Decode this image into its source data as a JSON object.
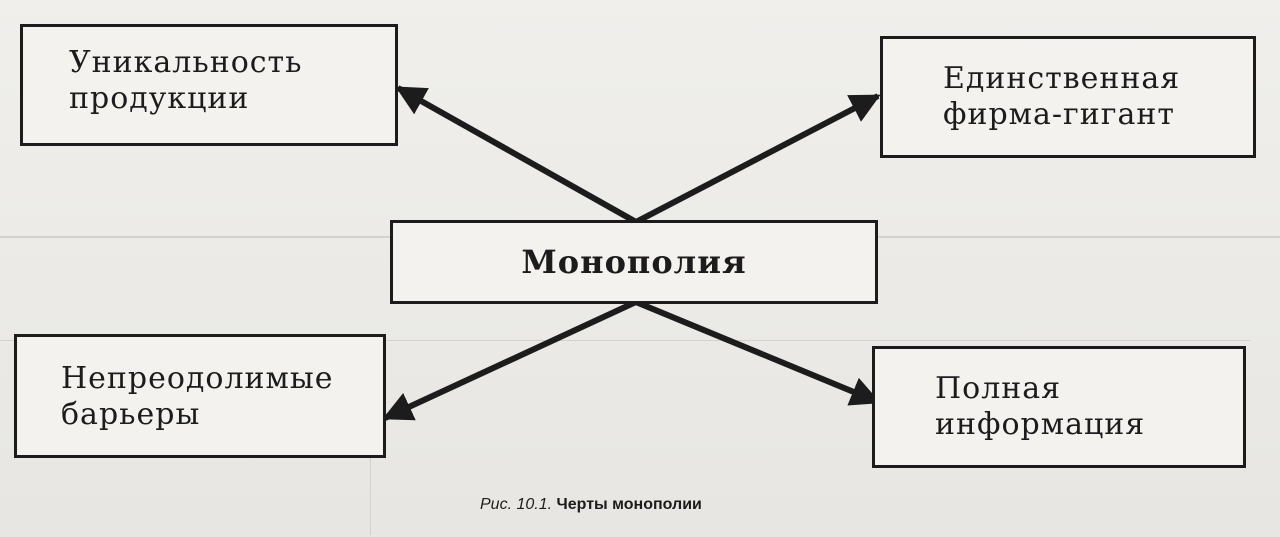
{
  "nodes": {
    "center": {
      "label": "Монополия"
    },
    "top_left": {
      "lines": [
        "Уникальность",
        "продукции"
      ]
    },
    "top_right": {
      "lines": [
        "Единственная",
        "фирма-гигант"
      ]
    },
    "bottom_left": {
      "lines": [
        "Непреодолимые",
        "барьеры"
      ]
    },
    "bottom_right": {
      "lines": [
        "Полная",
        "информация"
      ]
    }
  },
  "caption": {
    "label": "Рис. 10.1.",
    "title": "Черты монополии"
  },
  "colors": {
    "ink": "#1c1c1c",
    "paper": "#ecebe8"
  }
}
